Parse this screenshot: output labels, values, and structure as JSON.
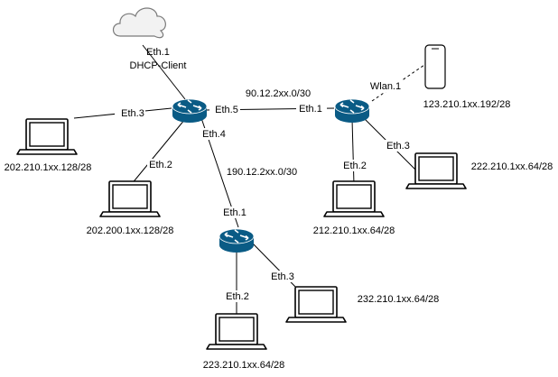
{
  "colors": {
    "router_fill": "#0a5b85",
    "router_arrows": "#ffffff",
    "line": "#000000",
    "cloud_fill": "#f2f2f2",
    "cloud_stroke": "#7a7a7a",
    "laptop_stroke": "#000000"
  },
  "cloud": {
    "icon": "cloud-icon",
    "iface": "Eth.1",
    "label": "DHCP-Client"
  },
  "routers": {
    "r1": {
      "icon": "router-icon"
    },
    "r2": {
      "icon": "router-icon"
    },
    "r3": {
      "icon": "router-icon"
    }
  },
  "links": {
    "r1_r2": {
      "subnet": "90.12.2xx.0/30",
      "a_iface": "Eth.5",
      "b_iface": "Eth.1"
    },
    "r1_r3": {
      "subnet": "190.12.2xx.0/30",
      "a_iface": "Eth.4",
      "b_iface": "Eth.1"
    },
    "r1_laptop_left": {
      "iface": "Eth.3"
    },
    "r1_laptop_mid": {
      "iface": "Eth.2"
    },
    "r2_laptop_bottom": {
      "iface": "Eth.2"
    },
    "r2_laptop_right": {
      "iface": "Eth.3"
    },
    "r2_phone": {
      "iface": "Wlan.1"
    },
    "r3_laptop_left": {
      "iface": "Eth.2"
    },
    "r3_laptop_right": {
      "iface": "Eth.3"
    }
  },
  "hosts": {
    "laptop_left": {
      "icon": "laptop-icon",
      "subnet": "202.210.1xx.128/28"
    },
    "laptop_mid": {
      "icon": "laptop-icon",
      "subnet": "202.200.1xx.128/28"
    },
    "laptop_r2_bottom": {
      "icon": "laptop-icon",
      "subnet": "212.210.1xx.64/28"
    },
    "laptop_r2_right": {
      "icon": "laptop-icon",
      "subnet": "222.210.1xx.64/28"
    },
    "phone": {
      "icon": "phone-icon",
      "subnet": "123.210.1xx.192/28"
    },
    "laptop_r3_right": {
      "icon": "laptop-icon",
      "subnet": "232.210.1xx.64/28"
    },
    "laptop_r3_bottom": {
      "icon": "laptop-icon",
      "subnet": "223.210.1xx.64/28"
    }
  }
}
